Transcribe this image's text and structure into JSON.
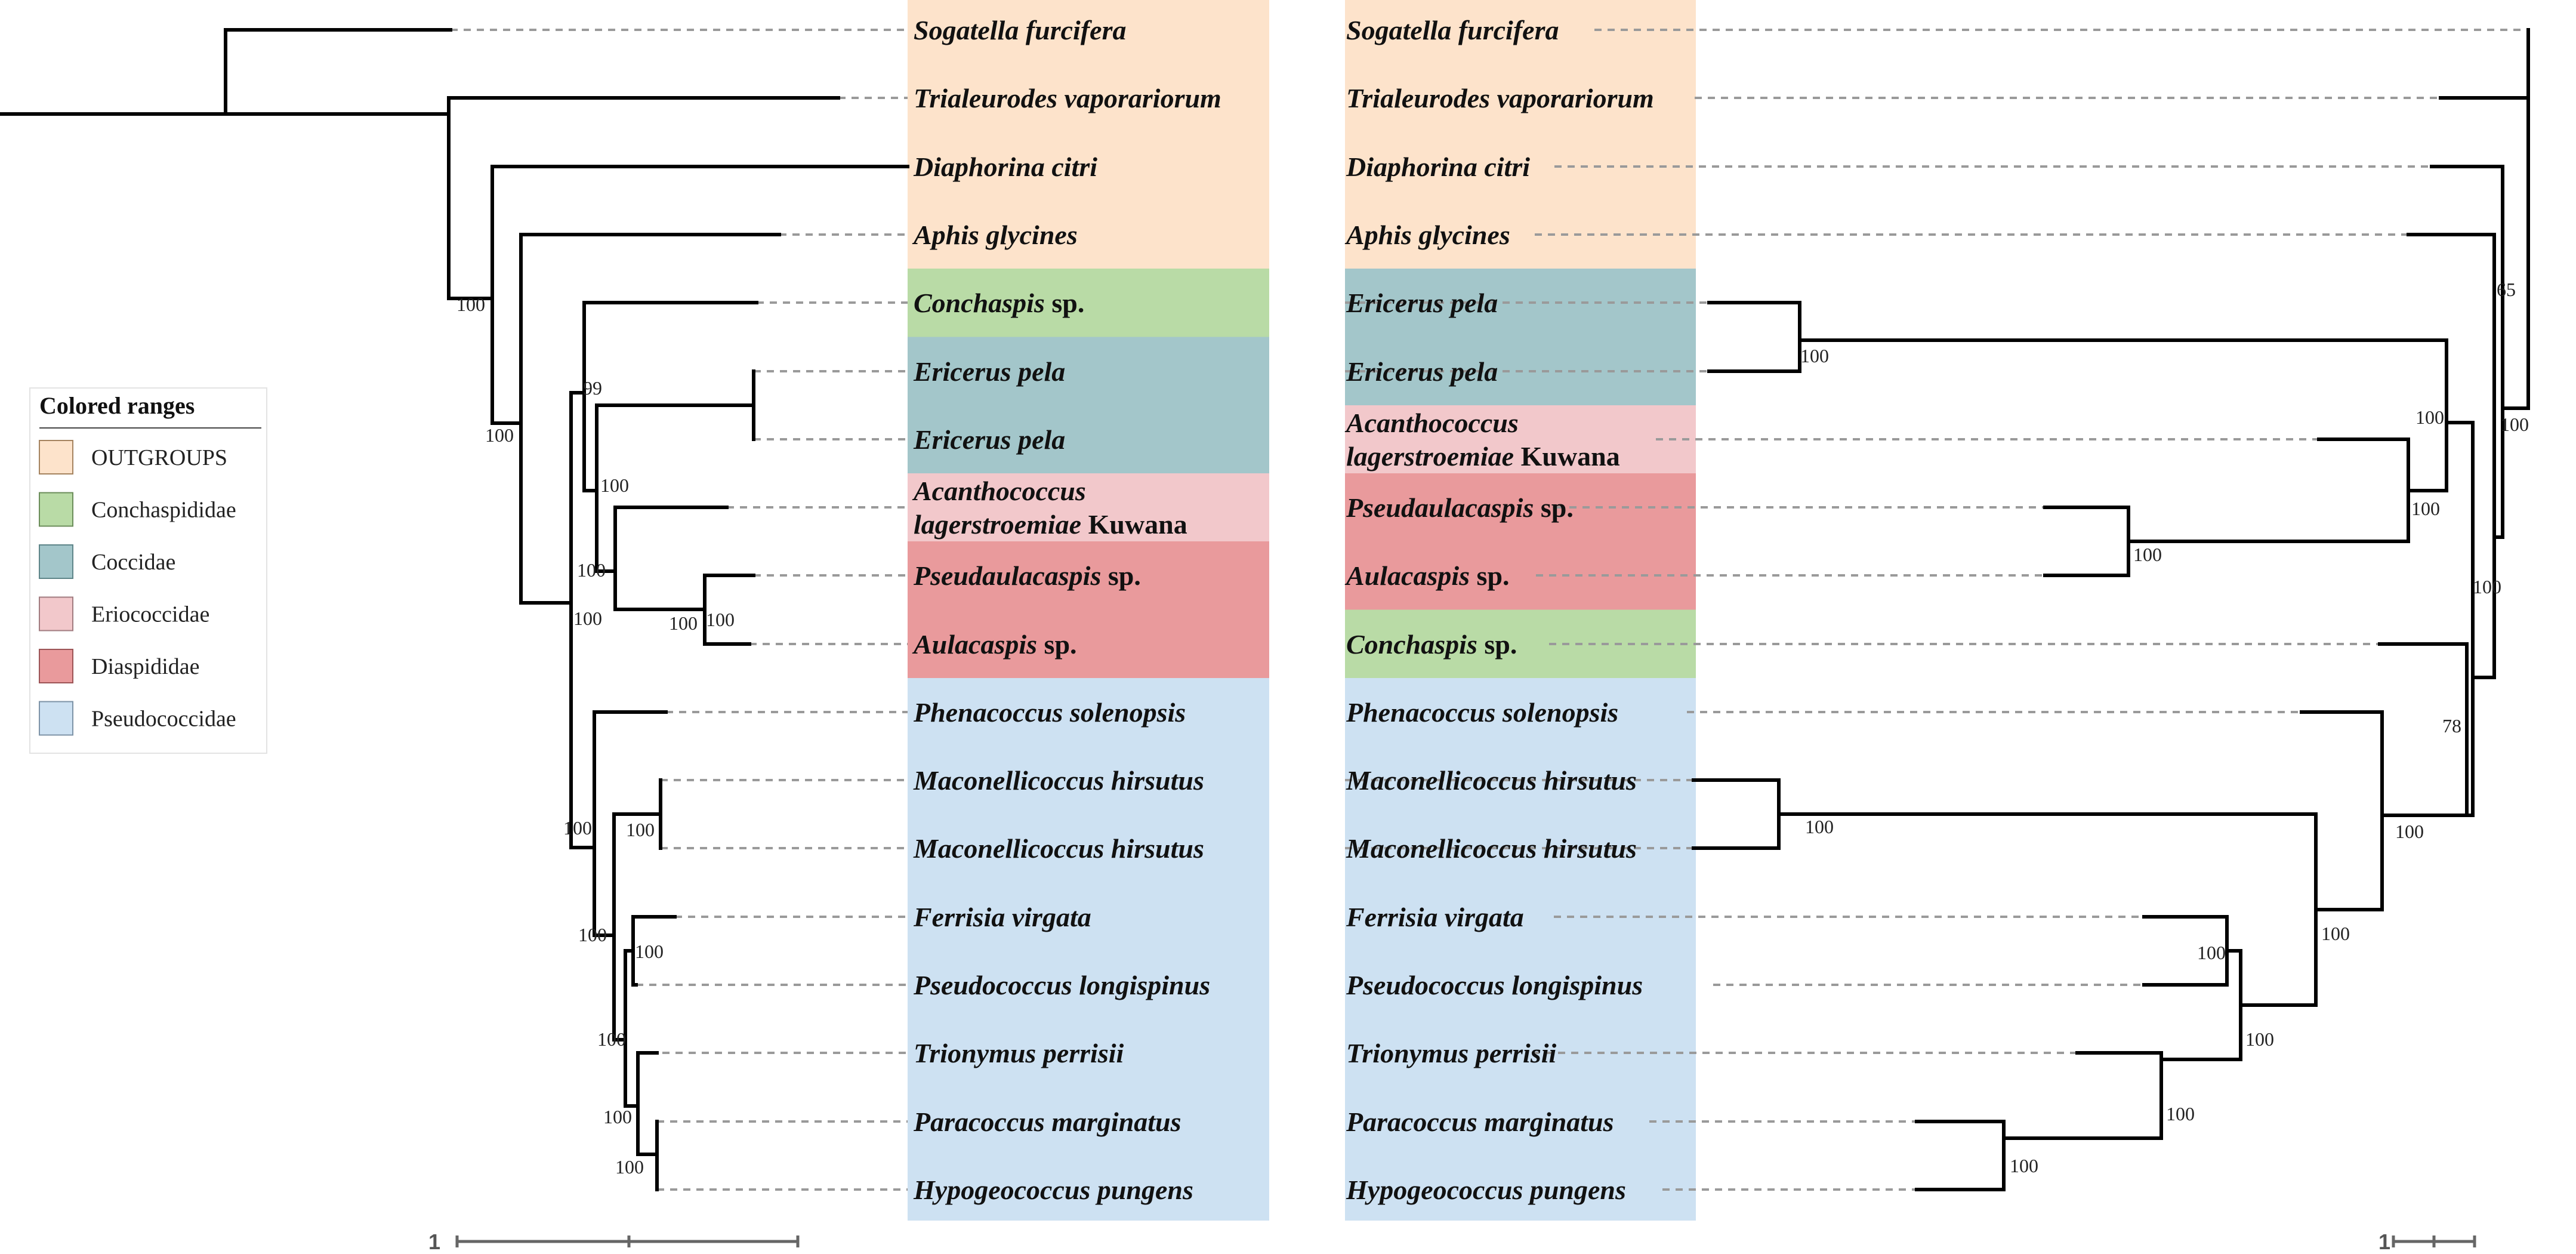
{
  "legend": {
    "title": "Colored ranges",
    "items": [
      {
        "key": "outgroups",
        "label": "OUTGROUPS",
        "color": "#fde3cb",
        "border": "#a5835f"
      },
      {
        "key": "conchaspididae",
        "label": "Conchaspididae",
        "color": "#b9dba6",
        "border": "#6b8d5a"
      },
      {
        "key": "coccidae",
        "label": "Coccidae",
        "color": "#a3c6ca",
        "border": "#5e8589"
      },
      {
        "key": "eriococcidae",
        "label": "Eriococcidae",
        "color": "#f2c8cb",
        "border": "#a17c80"
      },
      {
        "key": "diaspididae",
        "label": "Diaspididae",
        "color": "#e99a9c",
        "border": "#9c5456"
      },
      {
        "key": "pseudococcidae",
        "label": "Pseudococcidae",
        "color": "#cde1f2",
        "border": "#7d93a7"
      }
    ]
  },
  "left_tree": {
    "tips": [
      {
        "id": "L1",
        "parts": [
          {
            "t": "Sogatella furcifera",
            "i": true
          }
        ],
        "group": "outgroups"
      },
      {
        "id": "L2",
        "parts": [
          {
            "t": "Trialeurodes vaporariorum",
            "i": true
          }
        ],
        "group": "outgroups"
      },
      {
        "id": "L3",
        "parts": [
          {
            "t": "Diaphorina citri",
            "i": true
          }
        ],
        "group": "outgroups"
      },
      {
        "id": "L4",
        "parts": [
          {
            "t": "Aphis glycines",
            "i": true
          }
        ],
        "group": "outgroups"
      },
      {
        "id": "L5",
        "parts": [
          {
            "t": "Conchaspis",
            "i": true
          },
          {
            "t": " sp.",
            "i": false
          }
        ],
        "group": "conchaspididae"
      },
      {
        "id": "L6",
        "parts": [
          {
            "t": "Ericerus pela",
            "i": true
          }
        ],
        "group": "coccidae"
      },
      {
        "id": "L7",
        "parts": [
          {
            "t": "Ericerus pela",
            "i": true
          }
        ],
        "group": "coccidae"
      },
      {
        "id": "L8",
        "lines": [
          [
            {
              "t": "Acanthococcus",
              "i": true
            }
          ],
          [
            {
              "t": "lagerstroemiae",
              "i": true
            },
            {
              "t": " Kuwana",
              "i": false
            }
          ]
        ],
        "group": "eriococcidae"
      },
      {
        "id": "L9",
        "parts": [
          {
            "t": "Pseudaulacaspis",
            "i": true
          },
          {
            "t": " sp.",
            "i": false
          }
        ],
        "group": "diaspididae"
      },
      {
        "id": "L10",
        "parts": [
          {
            "t": "Aulacaspis",
            "i": true
          },
          {
            "t": " sp.",
            "i": false
          }
        ],
        "group": "diaspididae"
      },
      {
        "id": "L11",
        "parts": [
          {
            "t": "Phenacoccus solenopsis",
            "i": true
          }
        ],
        "group": "pseudococcidae"
      },
      {
        "id": "L12",
        "parts": [
          {
            "t": "Maconellicoccus hirsutus",
            "i": true
          }
        ],
        "group": "pseudococcidae"
      },
      {
        "id": "L13",
        "parts": [
          {
            "t": "Maconellicoccus hirsutus",
            "i": true
          }
        ],
        "group": "pseudococcidae"
      },
      {
        "id": "L14",
        "parts": [
          {
            "t": "Ferrisia virgata",
            "i": true
          }
        ],
        "group": "pseudococcidae"
      },
      {
        "id": "L15",
        "parts": [
          {
            "t": "Pseudococcus longispinus",
            "i": true
          }
        ],
        "group": "pseudococcidae"
      },
      {
        "id": "L16",
        "parts": [
          {
            "t": "Trionymus perrisii",
            "i": true
          }
        ],
        "group": "pseudococcidae"
      },
      {
        "id": "L17",
        "parts": [
          {
            "t": "Paracoccus marginatus",
            "i": true
          }
        ],
        "group": "pseudococcidae"
      },
      {
        "id": "L18",
        "parts": [
          {
            "t": "Hypogeococcus pungens",
            "i": true
          }
        ],
        "group": "pseudococcidae"
      }
    ],
    "bootstrap": [
      "100",
      "100",
      "99",
      "100",
      "100",
      "100",
      "100",
      "100",
      "100",
      "100",
      "100",
      "100",
      "100",
      "100",
      "100"
    ],
    "scale_label": "1"
  },
  "right_tree": {
    "tips": [
      {
        "id": "R1",
        "parts": [
          {
            "t": "Sogatella furcifera",
            "i": true
          }
        ],
        "group": "outgroups"
      },
      {
        "id": "R2",
        "parts": [
          {
            "t": "Trialeurodes vaporariorum",
            "i": true
          }
        ],
        "group": "outgroups"
      },
      {
        "id": "R3",
        "parts": [
          {
            "t": "Diaphorina citri",
            "i": true
          }
        ],
        "group": "outgroups"
      },
      {
        "id": "R4",
        "parts": [
          {
            "t": "Aphis glycines",
            "i": true
          }
        ],
        "group": "outgroups"
      },
      {
        "id": "R5",
        "parts": [
          {
            "t": "Ericerus pela",
            "i": true
          }
        ],
        "group": "coccidae"
      },
      {
        "id": "R6",
        "parts": [
          {
            "t": "Ericerus pela",
            "i": true
          }
        ],
        "group": "coccidae"
      },
      {
        "id": "R7",
        "lines": [
          [
            {
              "t": "Acanthococcus",
              "i": true
            }
          ],
          [
            {
              "t": "lagerstroemiae",
              "i": true
            },
            {
              "t": " Kuwana",
              "i": false
            }
          ]
        ],
        "group": "eriococcidae"
      },
      {
        "id": "R8",
        "parts": [
          {
            "t": "Pseudaulacaspis",
            "i": true
          },
          {
            "t": " sp.",
            "i": false
          }
        ],
        "group": "diaspididae"
      },
      {
        "id": "R9",
        "parts": [
          {
            "t": "Aulacaspis",
            "i": true
          },
          {
            "t": " sp.",
            "i": false
          }
        ],
        "group": "diaspididae"
      },
      {
        "id": "R10",
        "parts": [
          {
            "t": "Conchaspis",
            "i": true
          },
          {
            "t": " sp.",
            "i": false
          }
        ],
        "group": "conchaspididae"
      },
      {
        "id": "R11",
        "parts": [
          {
            "t": "Phenacoccus solenopsis",
            "i": true
          }
        ],
        "group": "pseudococcidae"
      },
      {
        "id": "R12",
        "parts": [
          {
            "t": "Maconellicoccus hirsutus",
            "i": true
          }
        ],
        "group": "pseudococcidae"
      },
      {
        "id": "R13",
        "parts": [
          {
            "t": "Maconellicoccus hirsutus",
            "i": true
          }
        ],
        "group": "pseudococcidae"
      },
      {
        "id": "R14",
        "parts": [
          {
            "t": "Ferrisia virgata",
            "i": true
          }
        ],
        "group": "pseudococcidae"
      },
      {
        "id": "R15",
        "parts": [
          {
            "t": "Pseudococcus longispinus",
            "i": true
          }
        ],
        "group": "pseudococcidae"
      },
      {
        "id": "R16",
        "parts": [
          {
            "t": "Trionymus perrisii",
            "i": true
          }
        ],
        "group": "pseudococcidae"
      },
      {
        "id": "R17",
        "parts": [
          {
            "t": "Paracoccus marginatus",
            "i": true
          }
        ],
        "group": "pseudococcidae"
      },
      {
        "id": "R18",
        "parts": [
          {
            "t": "Hypogeococcus pungens",
            "i": true
          }
        ],
        "group": "pseudococcidae"
      }
    ],
    "bootstrap": [
      "65",
      "100",
      "100",
      "100",
      "100",
      "100",
      "100",
      "78",
      "100",
      "100",
      "100",
      "100",
      "100",
      "100",
      "100"
    ],
    "scale_label": "1"
  }
}
